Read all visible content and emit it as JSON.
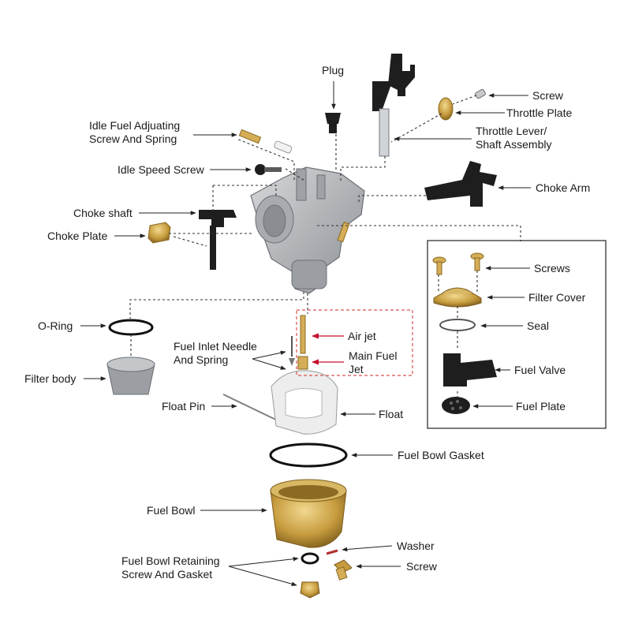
{
  "labels": {
    "plug": "Plug",
    "screw_top": "Screw",
    "throttle_plate": "Throttle Plate",
    "throttle_lever_1": "Throttle Lever/",
    "throttle_lever_2": "Shaft Assembly",
    "idle_fuel_1": "Idle Fuel Adjuating",
    "idle_fuel_2": "Screw And Spring",
    "idle_speed_screw": "Idle Speed Screw",
    "choke_arm": "Choke Arm",
    "choke_shaft": "Choke shaft",
    "choke_plate": "Choke Plate",
    "screws": "Screws",
    "filter_cover": "Filter Cover",
    "seal": "Seal",
    "fuel_valve": "Fuel Valve",
    "fuel_plate": "Fuel Plate",
    "o_ring": "O-Ring",
    "fuel_inlet_1": "Fuel Inlet Needle",
    "fuel_inlet_2": "And Spring",
    "air_jet": "Air jet",
    "main_fuel_1": "Main Fuel",
    "main_fuel_2": "Jet",
    "filter_body": "Filter body",
    "float_pin": "Float Pin",
    "float": "Float",
    "fuel_bowl_gasket": "Fuel Bowl Gasket",
    "fuel_bowl": "Fuel Bowl",
    "washer": "Washer",
    "screw_bottom": "Screw",
    "retaining_1": "Fuel Bowl Retaining",
    "retaining_2": "Screw And Gasket"
  },
  "colors": {
    "leader": "#222222",
    "highlight_box": "#d9534f",
    "highlight_arrow": "#c8102e",
    "brass": "#d4ad56",
    "dark_part": "#1e1e1e",
    "metal": "#b9bcc0"
  }
}
